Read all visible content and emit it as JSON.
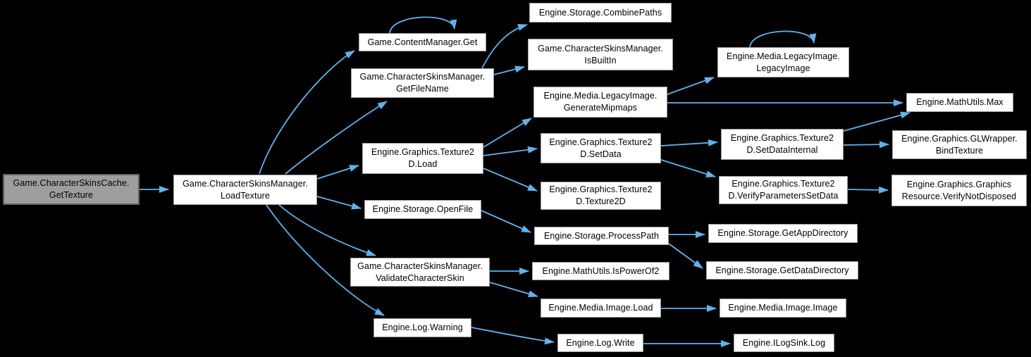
{
  "diagram": {
    "type": "call-graph",
    "colors": {
      "background": "#000000",
      "edge": "#61b2ec",
      "node_fill": "#ffffff",
      "node_border": "#9c9c9c",
      "root_fill": "#9e9e9e",
      "root_border": "#606060",
      "text": "#000000"
    },
    "nodes": [
      {
        "id": "gettexture",
        "label": "Game.CharacterSkinsCache.\nGetTexture",
        "highlighted": true
      },
      {
        "id": "loadtexture",
        "label": "Game.CharacterSkinsManager.\nLoadTexture",
        "highlighted": false
      },
      {
        "id": "contentmanager-get",
        "label": "Game.ContentManager.Get",
        "highlighted": false
      },
      {
        "id": "combinepaths",
        "label": "Engine.Storage.CombinePaths",
        "highlighted": false
      },
      {
        "id": "isbuiltin",
        "label": "Game.CharacterSkinsManager.\nIsBuiltIn",
        "highlighted": false
      },
      {
        "id": "getfilename",
        "label": "Game.CharacterSkinsManager.\nGetFileName",
        "highlighted": false
      },
      {
        "id": "legacyimage-ctor",
        "label": "Engine.Media.LegacyImage.\nLegacyImage",
        "highlighted": false
      },
      {
        "id": "generatemipmaps",
        "label": "Engine.Media.LegacyImage.\nGenerateMipmaps",
        "highlighted": false
      },
      {
        "id": "mathutils-max",
        "label": "Engine.MathUtils.Max",
        "highlighted": false
      },
      {
        "id": "texture2d-load",
        "label": "Engine.Graphics.Texture2\nD.Load",
        "highlighted": false
      },
      {
        "id": "texture2d-setdata",
        "label": "Engine.Graphics.Texture2\nD.SetData",
        "highlighted": false
      },
      {
        "id": "texture2d-setdatainternal",
        "label": "Engine.Graphics.Texture2\nD.SetDataInternal",
        "highlighted": false
      },
      {
        "id": "glwrapper-bindtexture",
        "label": "Engine.Graphics.GLWrapper.\nBindTexture",
        "highlighted": false
      },
      {
        "id": "texture2d-ctor",
        "label": "Engine.Graphics.Texture2\nD.Texture2D",
        "highlighted": false
      },
      {
        "id": "texture2d-verifyparameterssetdata",
        "label": "Engine.Graphics.Texture2\nD.VerifyParametersSetData",
        "highlighted": false
      },
      {
        "id": "graphicsresource-verifynotdisposed",
        "label": "Engine.Graphics.Graphics\nResource.VerifyNotDisposed",
        "highlighted": false
      },
      {
        "id": "storage-openfile",
        "label": "Engine.Storage.OpenFile",
        "highlighted": false
      },
      {
        "id": "storage-processpath",
        "label": "Engine.Storage.ProcessPath",
        "highlighted": false
      },
      {
        "id": "storage-getappdirectory",
        "label": "Engine.Storage.GetAppDirectory",
        "highlighted": false
      },
      {
        "id": "storage-getdatadirectory",
        "label": "Engine.Storage.GetDataDirectory",
        "highlighted": false
      },
      {
        "id": "validatecharacterskin",
        "label": "Game.CharacterSkinsManager.\nValidateCharacterSkin",
        "highlighted": false
      },
      {
        "id": "mathutils-ispowerof2",
        "label": "Engine.MathUtils.IsPowerOf2",
        "highlighted": false
      },
      {
        "id": "image-load",
        "label": "Engine.Media.Image.Load",
        "highlighted": false
      },
      {
        "id": "image-image",
        "label": "Engine.Media.Image.Image",
        "highlighted": false
      },
      {
        "id": "log-warning",
        "label": "Engine.Log.Warning",
        "highlighted": false
      },
      {
        "id": "log-write",
        "label": "Engine.Log.Write",
        "highlighted": false
      },
      {
        "id": "ilogsink-log",
        "label": "Engine.ILogSink.Log",
        "highlighted": false
      }
    ],
    "edges": [
      {
        "from": "gettexture",
        "to": "loadtexture"
      },
      {
        "from": "loadtexture",
        "to": "contentmanager-get"
      },
      {
        "from": "loadtexture",
        "to": "getfilename"
      },
      {
        "from": "loadtexture",
        "to": "texture2d-load"
      },
      {
        "from": "loadtexture",
        "to": "storage-openfile"
      },
      {
        "from": "loadtexture",
        "to": "validatecharacterskin"
      },
      {
        "from": "loadtexture",
        "to": "log-warning"
      },
      {
        "from": "contentmanager-get",
        "to": "contentmanager-get"
      },
      {
        "from": "getfilename",
        "to": "combinepaths"
      },
      {
        "from": "getfilename",
        "to": "isbuiltin"
      },
      {
        "from": "texture2d-load",
        "to": "generatemipmaps"
      },
      {
        "from": "texture2d-load",
        "to": "texture2d-setdata"
      },
      {
        "from": "texture2d-load",
        "to": "texture2d-ctor"
      },
      {
        "from": "generatemipmaps",
        "to": "legacyimage-ctor"
      },
      {
        "from": "generatemipmaps",
        "to": "mathutils-max"
      },
      {
        "from": "legacyimage-ctor",
        "to": "legacyimage-ctor"
      },
      {
        "from": "texture2d-setdata",
        "to": "texture2d-setdatainternal"
      },
      {
        "from": "texture2d-setdata",
        "to": "texture2d-verifyparameterssetdata"
      },
      {
        "from": "texture2d-setdatainternal",
        "to": "mathutils-max"
      },
      {
        "from": "texture2d-setdatainternal",
        "to": "glwrapper-bindtexture"
      },
      {
        "from": "texture2d-verifyparameterssetdata",
        "to": "graphicsresource-verifynotdisposed"
      },
      {
        "from": "storage-openfile",
        "to": "storage-processpath"
      },
      {
        "from": "storage-processpath",
        "to": "storage-getappdirectory"
      },
      {
        "from": "storage-processpath",
        "to": "storage-getdatadirectory"
      },
      {
        "from": "validatecharacterskin",
        "to": "mathutils-ispowerof2"
      },
      {
        "from": "validatecharacterskin",
        "to": "image-load"
      },
      {
        "from": "image-load",
        "to": "image-image"
      },
      {
        "from": "log-warning",
        "to": "log-write"
      },
      {
        "from": "log-write",
        "to": "ilogsink-log"
      }
    ]
  }
}
